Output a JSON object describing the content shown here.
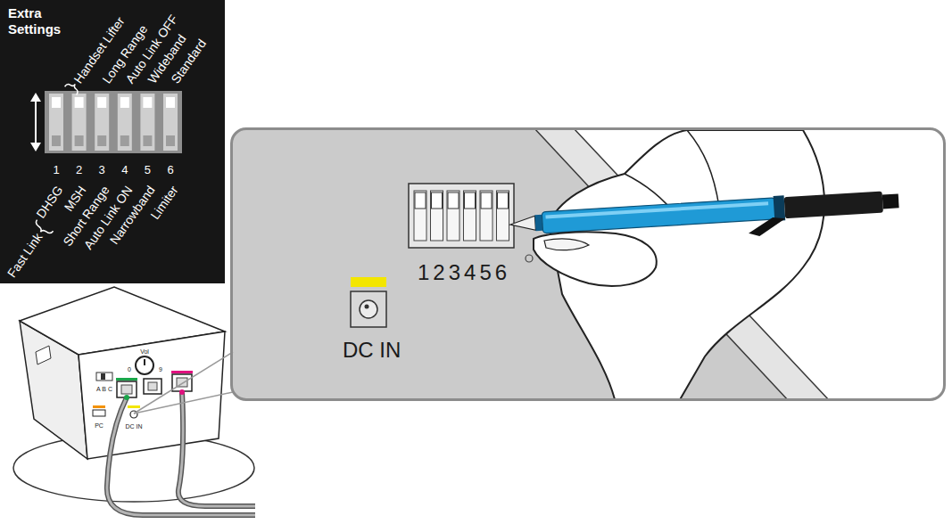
{
  "diagram": {
    "nodes": [
      {
        "text": [
          "Extra Settings"
        ]
      },
      {
        "text": [
          "123456",
          "DC IN"
        ]
      }
    ],
    "labels": [
      "Handset Lifter",
      "Long Range",
      "Auto Link OFF",
      "Wideband",
      "Standard",
      "1",
      "2",
      "3",
      "4",
      "5",
      "6",
      "Fast Link",
      "DHSG",
      "MSH",
      "Short Range",
      "Auto Link ON",
      "Narrowband",
      "Limiter",
      "Vol",
      "0",
      "9",
      "A B C",
      "PC",
      "DC IN"
    ]
  }
}
